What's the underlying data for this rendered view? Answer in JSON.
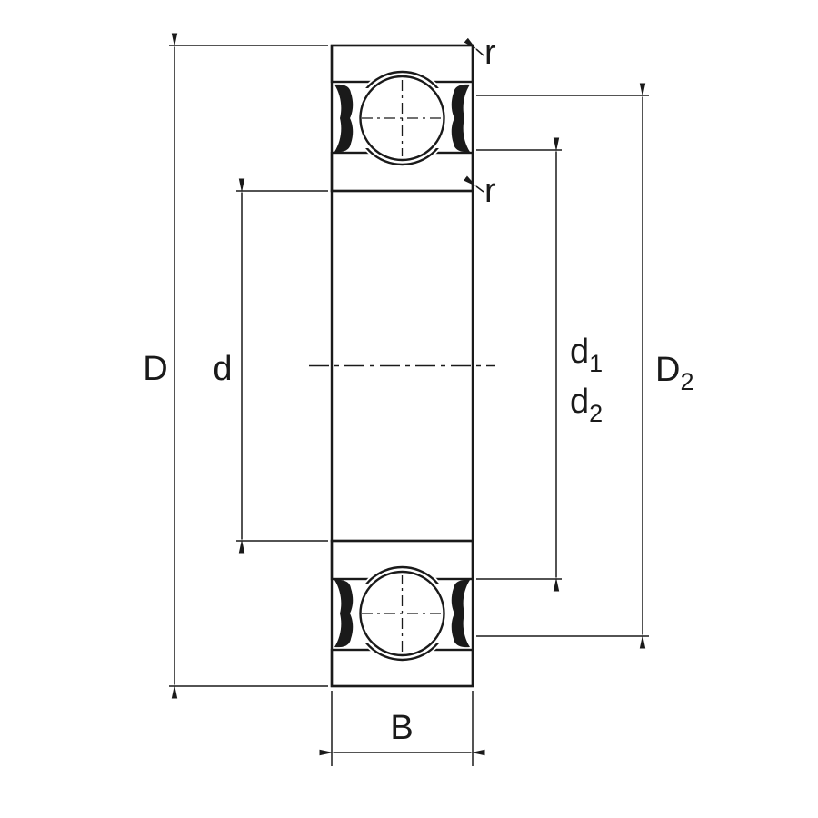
{
  "diagram": {
    "type": "technical-drawing",
    "description": "Deep groove ball bearing cross-section with dimension annotations",
    "colors": {
      "line": "#1a1a1a",
      "background": "#ffffff"
    },
    "dimensions": {
      "outer_diameter": {
        "label": "D"
      },
      "bore_diameter": {
        "label": "d"
      },
      "shoulder_diameter_1": {
        "base": "d",
        "sub": "1"
      },
      "shoulder_diameter_2": {
        "base": "d",
        "sub": "2"
      },
      "recess_diameter": {
        "base": "D",
        "sub": "2"
      },
      "width": {
        "label": "B"
      },
      "chamfer_top": {
        "label": "r"
      },
      "chamfer_inner": {
        "label": "r"
      }
    }
  }
}
